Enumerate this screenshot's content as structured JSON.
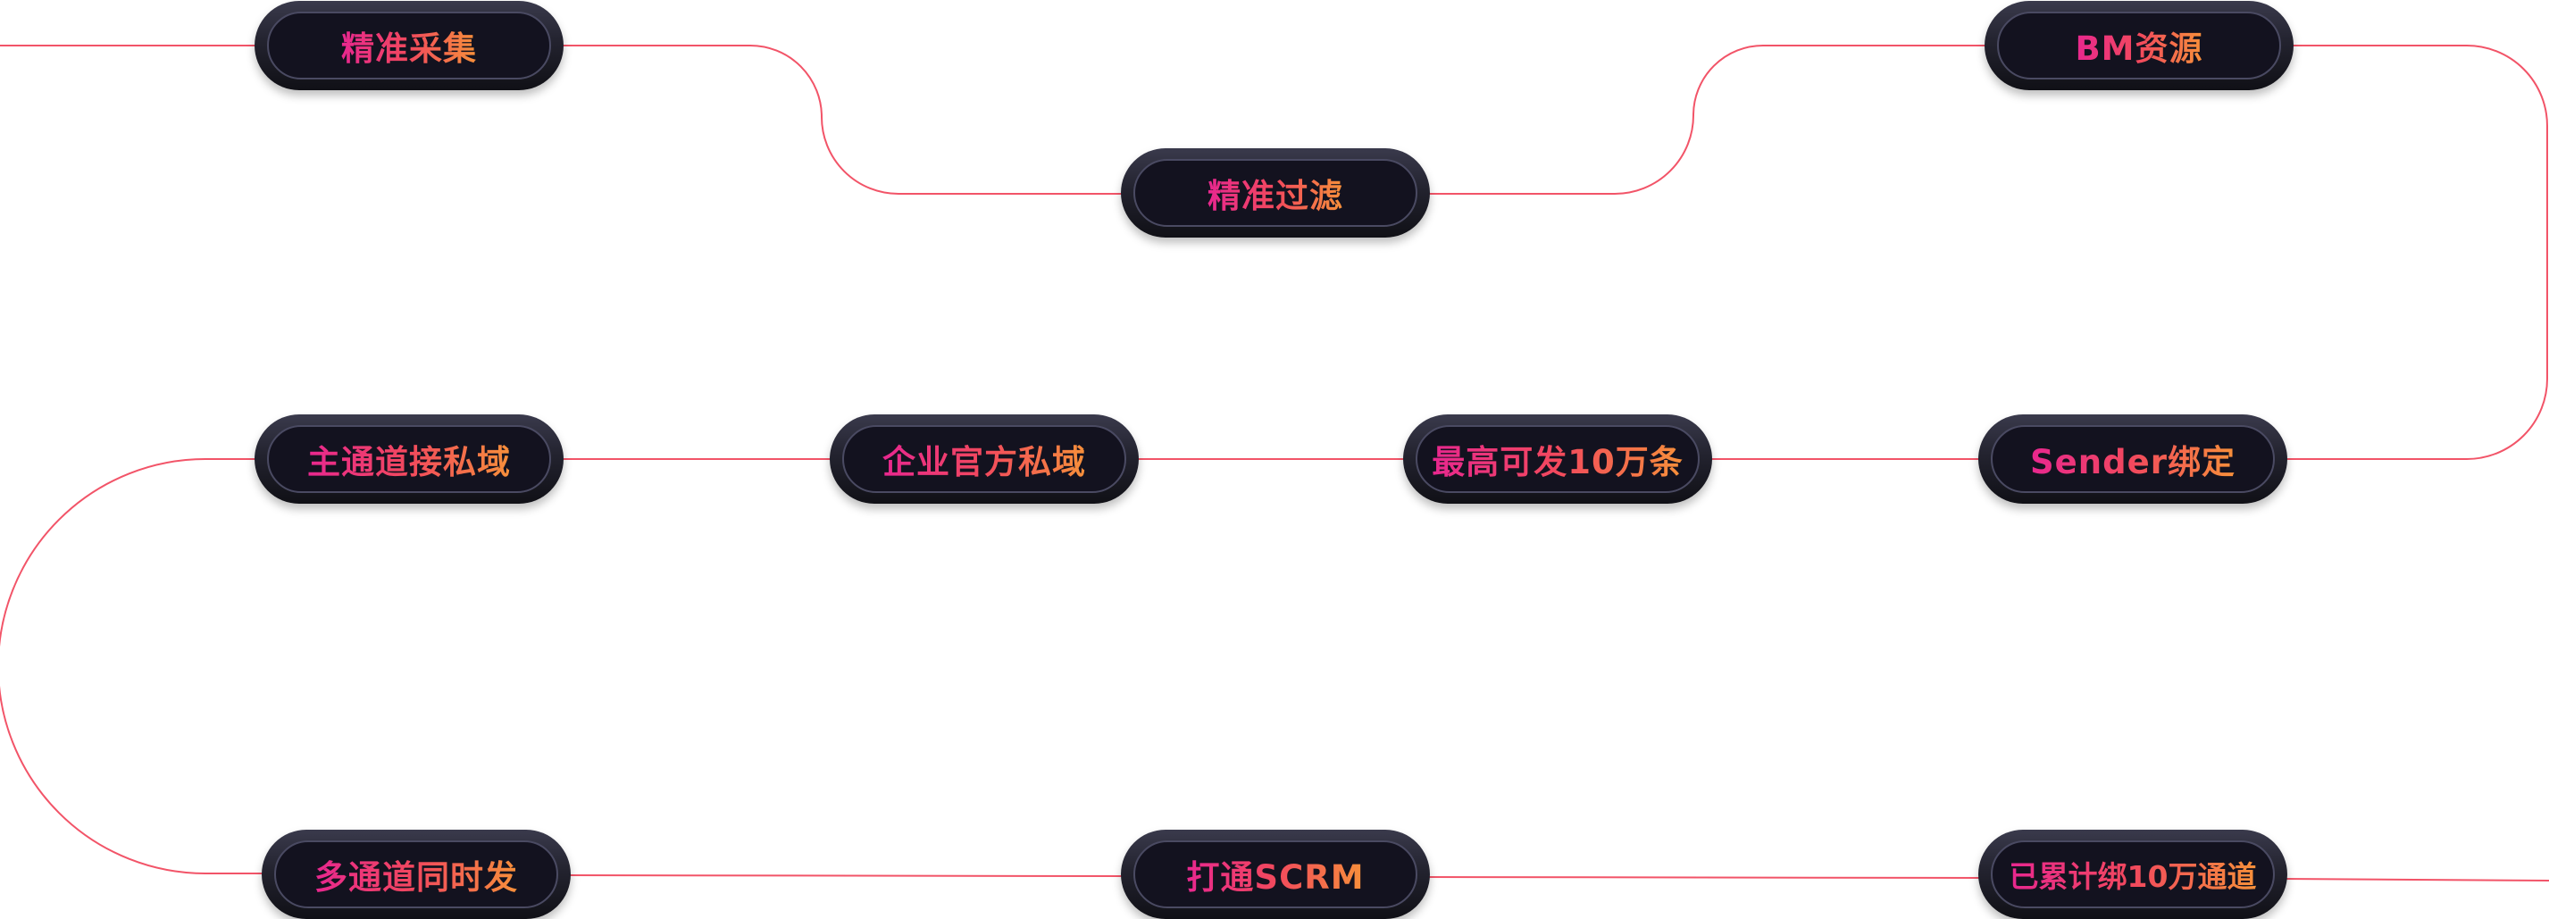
{
  "colors": {
    "line": "#f25468",
    "gradient_start": "#e8278f",
    "gradient_mid": "#f2495d",
    "gradient_end": "#f7903a",
    "pill_fill": "#13121f"
  },
  "nodes": [
    {
      "id": "precise-collection",
      "label": "精准采集"
    },
    {
      "id": "precise-filter",
      "label": "精准过滤"
    },
    {
      "id": "bm-resources",
      "label": "BM资源"
    },
    {
      "id": "main-channel-private",
      "label": "主通道接私域"
    },
    {
      "id": "enterprise-private",
      "label": "企业官方私域"
    },
    {
      "id": "max-100k",
      "label": "最高可发10万条"
    },
    {
      "id": "sender-binding",
      "label": "Sender绑定"
    },
    {
      "id": "multi-channel",
      "label": "多通道同时发"
    },
    {
      "id": "scrm",
      "label": "打通SCRM"
    },
    {
      "id": "bound-100k-channels",
      "label": "已累计绑10万通道"
    }
  ]
}
